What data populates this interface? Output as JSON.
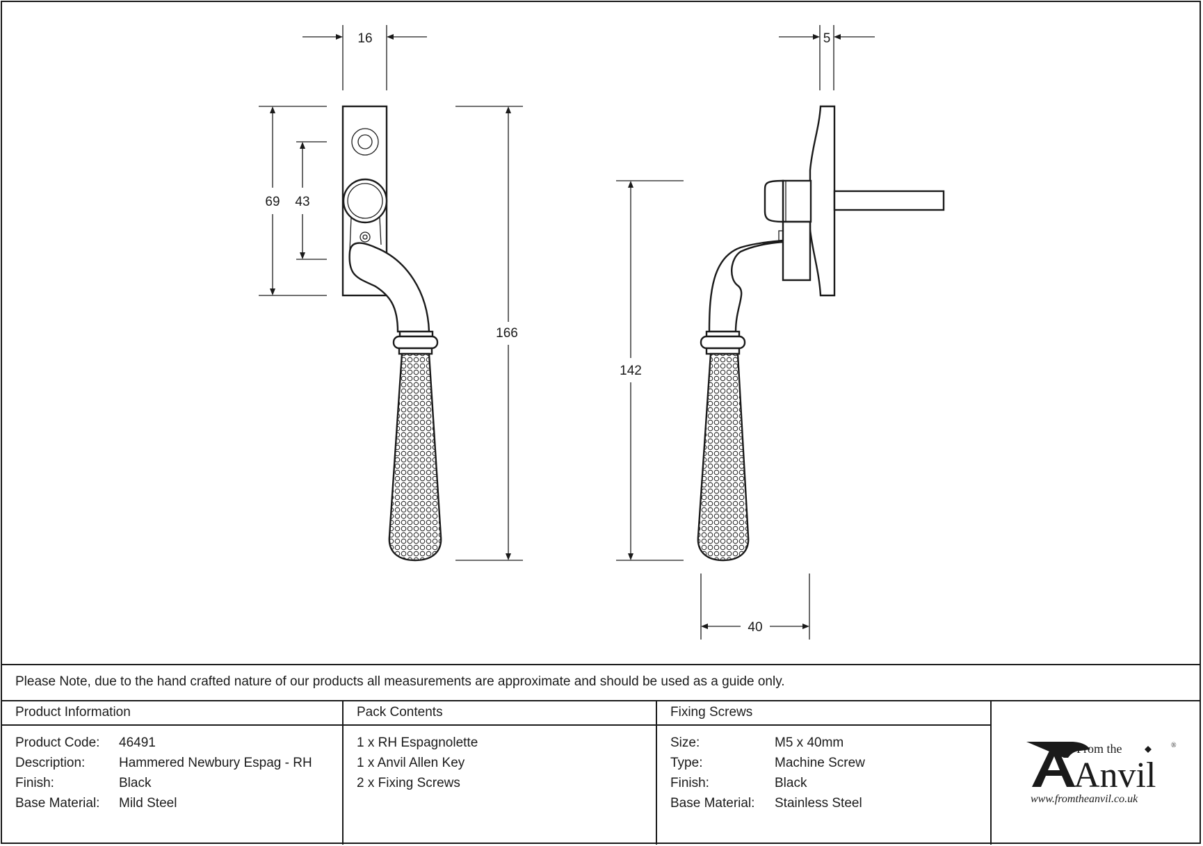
{
  "dimensions": {
    "front_width": "16",
    "front_plate_height": "69",
    "front_center_distance": "43",
    "front_overall_height": "166",
    "side_depth": "5",
    "side_height": "142",
    "side_projection": "40"
  },
  "note": "Please Note, due to the hand crafted nature of our products all measurements are approximate and should be used as a guide only.",
  "product_information": {
    "heading": "Product Information",
    "rows": [
      {
        "label": "Product Code:",
        "value": "46491"
      },
      {
        "label": "Description:",
        "value": "Hammered Newbury Espag - RH"
      },
      {
        "label": "Finish:",
        "value": "Black"
      },
      {
        "label": "Base Material:",
        "value": "Mild Steel"
      }
    ]
  },
  "pack_contents": {
    "heading": "Pack Contents",
    "items": [
      "1 x RH Espagnolette",
      "1 x Anvil Allen Key",
      "2 x Fixing Screws"
    ]
  },
  "fixing_screws": {
    "heading": "Fixing Screws",
    "rows": [
      {
        "label": "Size:",
        "value": "M5 x 40mm"
      },
      {
        "label": "Type:",
        "value": "Machine Screw"
      },
      {
        "label": "Finish:",
        "value": "Black"
      },
      {
        "label": "Base Material:",
        "value": "Stainless Steel"
      }
    ]
  },
  "logo": {
    "from_the": "From the",
    "brand": "Anvil",
    "registered": "®",
    "url": "www.fromtheanvil.co.uk"
  }
}
